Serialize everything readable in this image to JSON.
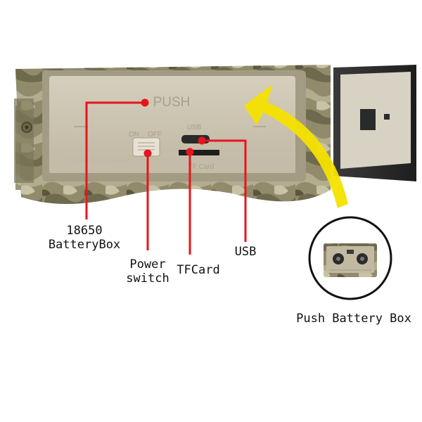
{
  "device": {
    "push_text": "PUSH",
    "on_text": "ON",
    "off_text": "OFF",
    "usb_port_text": "USB",
    "tf_port_text": "TF Card"
  },
  "callouts": {
    "battery_line1": "18650",
    "battery_line2": "BatteryBox",
    "power_line1": "Power",
    "power_line2": "switch",
    "tfcard": "TFCard",
    "usb": "USB"
  },
  "inset": {
    "caption": "Push Battery Box"
  },
  "colors": {
    "callout_red": "#e8141c",
    "arrow_yellow": "#f4e200",
    "panel_beige": "#ccc4b0",
    "camo_base": "#8f8a6a"
  }
}
